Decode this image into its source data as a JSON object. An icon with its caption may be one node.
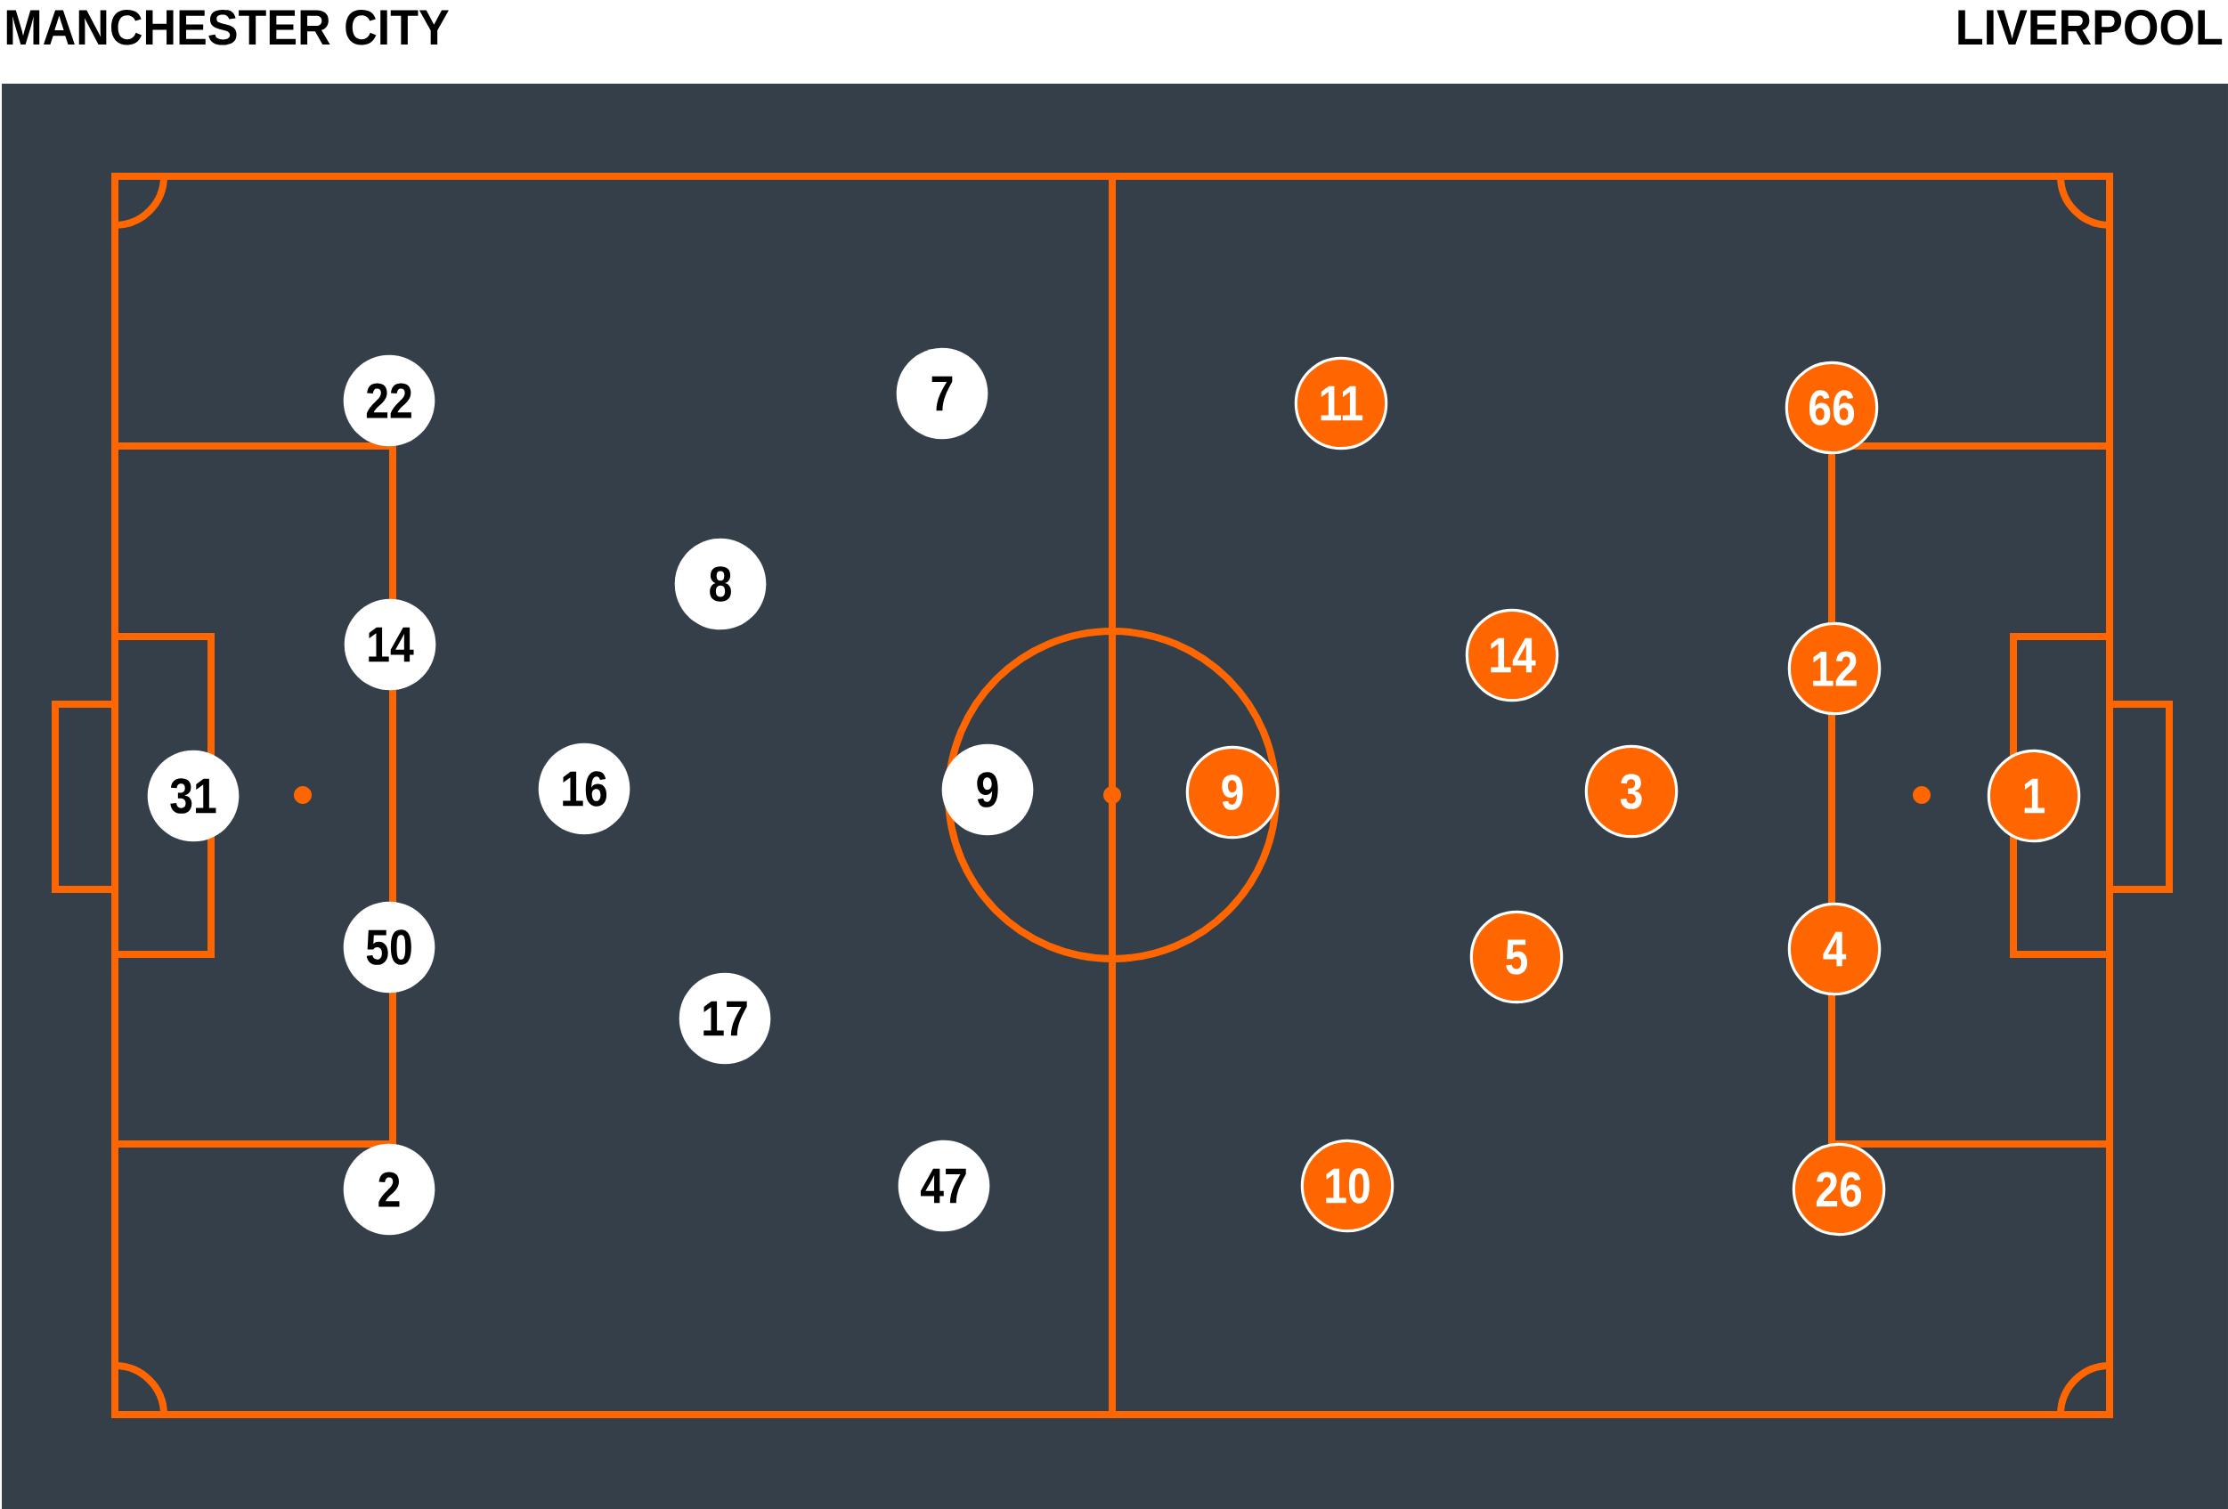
{
  "diagram": {
    "nodes": [
      {
        "text": [
          "31"
        ]
      },
      {
        "text": [
          "22"
        ]
      },
      {
        "text": [
          "14"
        ]
      },
      {
        "text": [
          "50"
        ]
      },
      {
        "text": [
          "2"
        ]
      },
      {
        "text": [
          "16"
        ]
      },
      {
        "text": [
          "8"
        ]
      },
      {
        "text": [
          "17"
        ]
      },
      {
        "text": [
          "7"
        ]
      },
      {
        "text": [
          "9"
        ]
      },
      {
        "text": [
          "47"
        ]
      },
      {
        "text": [
          "9"
        ]
      },
      {
        "text": [
          "11"
        ]
      },
      {
        "text": [
          "10"
        ]
      },
      {
        "text": [
          "14"
        ]
      },
      {
        "text": [
          "5"
        ]
      },
      {
        "text": [
          "3"
        ]
      },
      {
        "text": [
          "66"
        ]
      },
      {
        "text": [
          "12"
        ]
      },
      {
        "text": [
          "4"
        ]
      },
      {
        "text": [
          "26"
        ]
      },
      {
        "text": [
          "1"
        ]
      }
    ],
    "labels": [
      "MANCHESTER CITY",
      "LIVERPOOL"
    ]
  }
}
